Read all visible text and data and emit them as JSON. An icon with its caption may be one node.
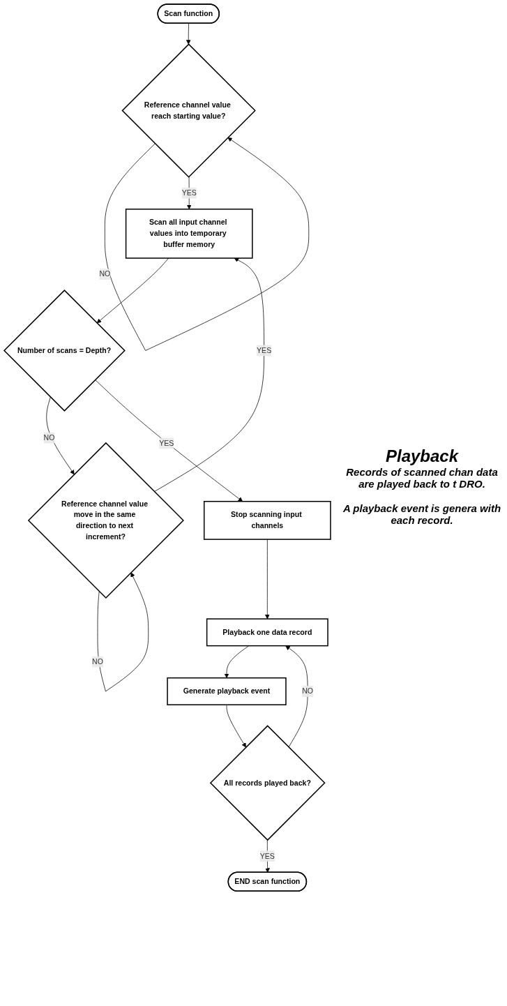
{
  "diagram": {
    "nodes": [
      {
        "text": [
          "Scan function"
        ]
      },
      {
        "text": [
          "Reference channel value reach starting value?"
        ]
      },
      {
        "text": [
          "Scan all input channel values into temporary buffer memory"
        ]
      },
      {
        "text": [
          "Reference channel value move in the same direction to next increment?"
        ]
      },
      {
        "text": [
          "Number of scans = Depth?"
        ]
      },
      {
        "text": [
          "Stop scanning input channels"
        ]
      },
      {
        "text": [
          "Playback one data record"
        ]
      },
      {
        "text": [
          "Generate playback event"
        ]
      },
      {
        "text": [
          "All records played back?"
        ]
      },
      {
        "text": [
          "END scan function"
        ]
      }
    ],
    "edges": [
      {
        "from": 0,
        "to": 1,
        "arrow": "to"
      },
      {
        "from": 1,
        "to": 1,
        "arrow": "to",
        "label": "NO"
      },
      {
        "from": 1,
        "to": 2,
        "arrow": "to",
        "label": "YES"
      },
      {
        "from": 3,
        "to": 2,
        "arrow": "to",
        "label": "YES"
      },
      {
        "from": 2,
        "to": 4,
        "arrow": "to"
      },
      {
        "from": 4,
        "to": 3,
        "arrow": "to",
        "label": "NO"
      },
      {
        "from": 3,
        "to": 3,
        "arrow": "to",
        "label": "NO"
      },
      {
        "from": 4,
        "to": 5,
        "arrow": "to",
        "label": "YES"
      },
      {
        "from": 5,
        "to": 6,
        "arrow": "to"
      },
      {
        "from": 6,
        "to": 7,
        "arrow": "to"
      },
      {
        "from": 7,
        "to": 8,
        "arrow": "to"
      },
      {
        "from": 8,
        "to": 6,
        "arrow": "to",
        "label": "NO"
      },
      {
        "from": 8,
        "to": 9,
        "arrow": "to",
        "label": "YES"
      }
    ],
    "labels": [
      "Playback",
      "Records of scanned chan data are played back to t DRO.",
      "A playback event is genera with each record."
    ]
  }
}
